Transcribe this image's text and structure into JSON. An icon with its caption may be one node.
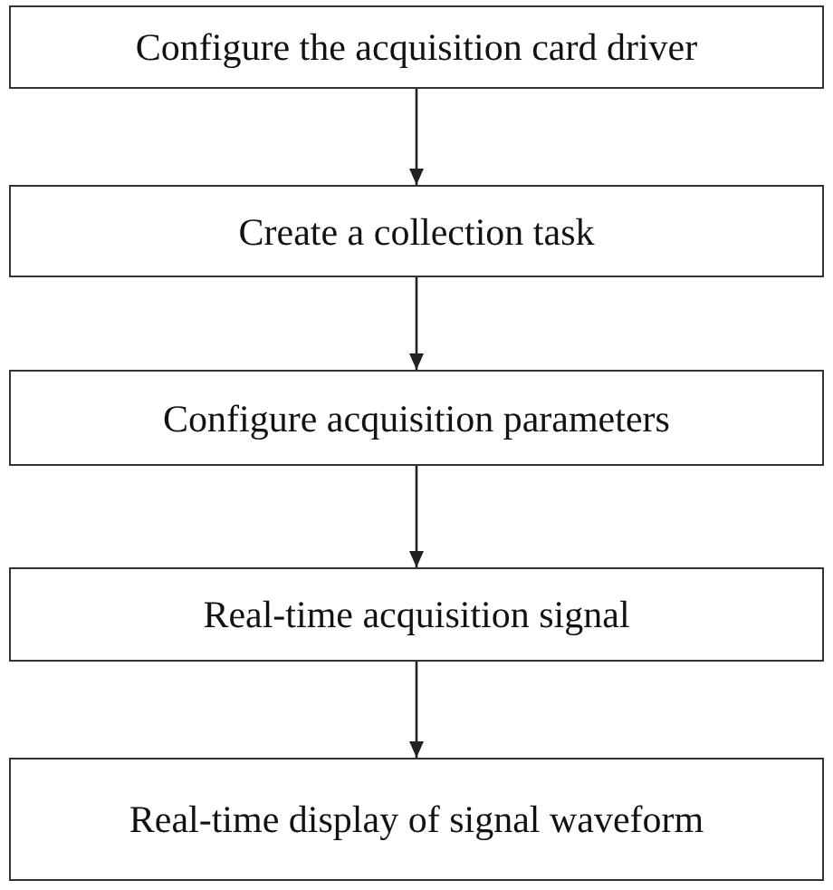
{
  "diagram": {
    "nodes": [
      {
        "text": [
          "Configure the acquisition card driver"
        ]
      },
      {
        "text": [
          "Create a collection task"
        ]
      },
      {
        "text": [
          "Configure acquisition parameters"
        ]
      },
      {
        "text": [
          "Real-time acquisition signal"
        ]
      },
      {
        "text": [
          "Real-time display of signal waveform"
        ]
      }
    ],
    "edges": [
      {
        "from": 0,
        "to": 1,
        "arrow": "to"
      },
      {
        "from": 1,
        "to": 2,
        "arrow": "to"
      },
      {
        "from": 2,
        "to": 3,
        "arrow": "to"
      },
      {
        "from": 3,
        "to": 4,
        "arrow": "to"
      }
    ]
  }
}
